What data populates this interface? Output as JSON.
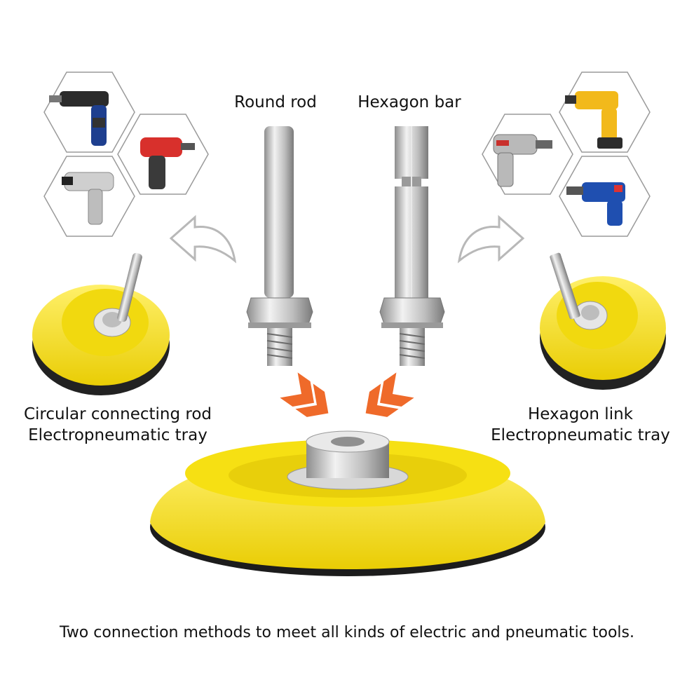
{
  "labels": {
    "round_rod": "Round rod",
    "hexagon_bar": "Hexagon bar",
    "left_line1": "Circular connecting rod",
    "left_line2": "Electropneumatic tray",
    "right_line1": "Hexagon link",
    "right_line2": "Electropneumatic tray",
    "footer": "Two connection methods to meet all kinds of electric and pneumatic tools."
  },
  "left_tools": [
    "impact-wrench-blue",
    "impact-wrench-red",
    "pneumatic-impact-wrench-silver"
  ],
  "right_tools": [
    "cordless-drill-yellow",
    "electric-drill-red",
    "electric-drill-blue"
  ],
  "colors": {
    "pad_yellow": "#f7e21b",
    "pad_shadow": "#d9c10a",
    "steel": "#c8c8c8",
    "arrow_orange": "#ef6a2a",
    "arrow_grey": "#b8b8b8"
  }
}
